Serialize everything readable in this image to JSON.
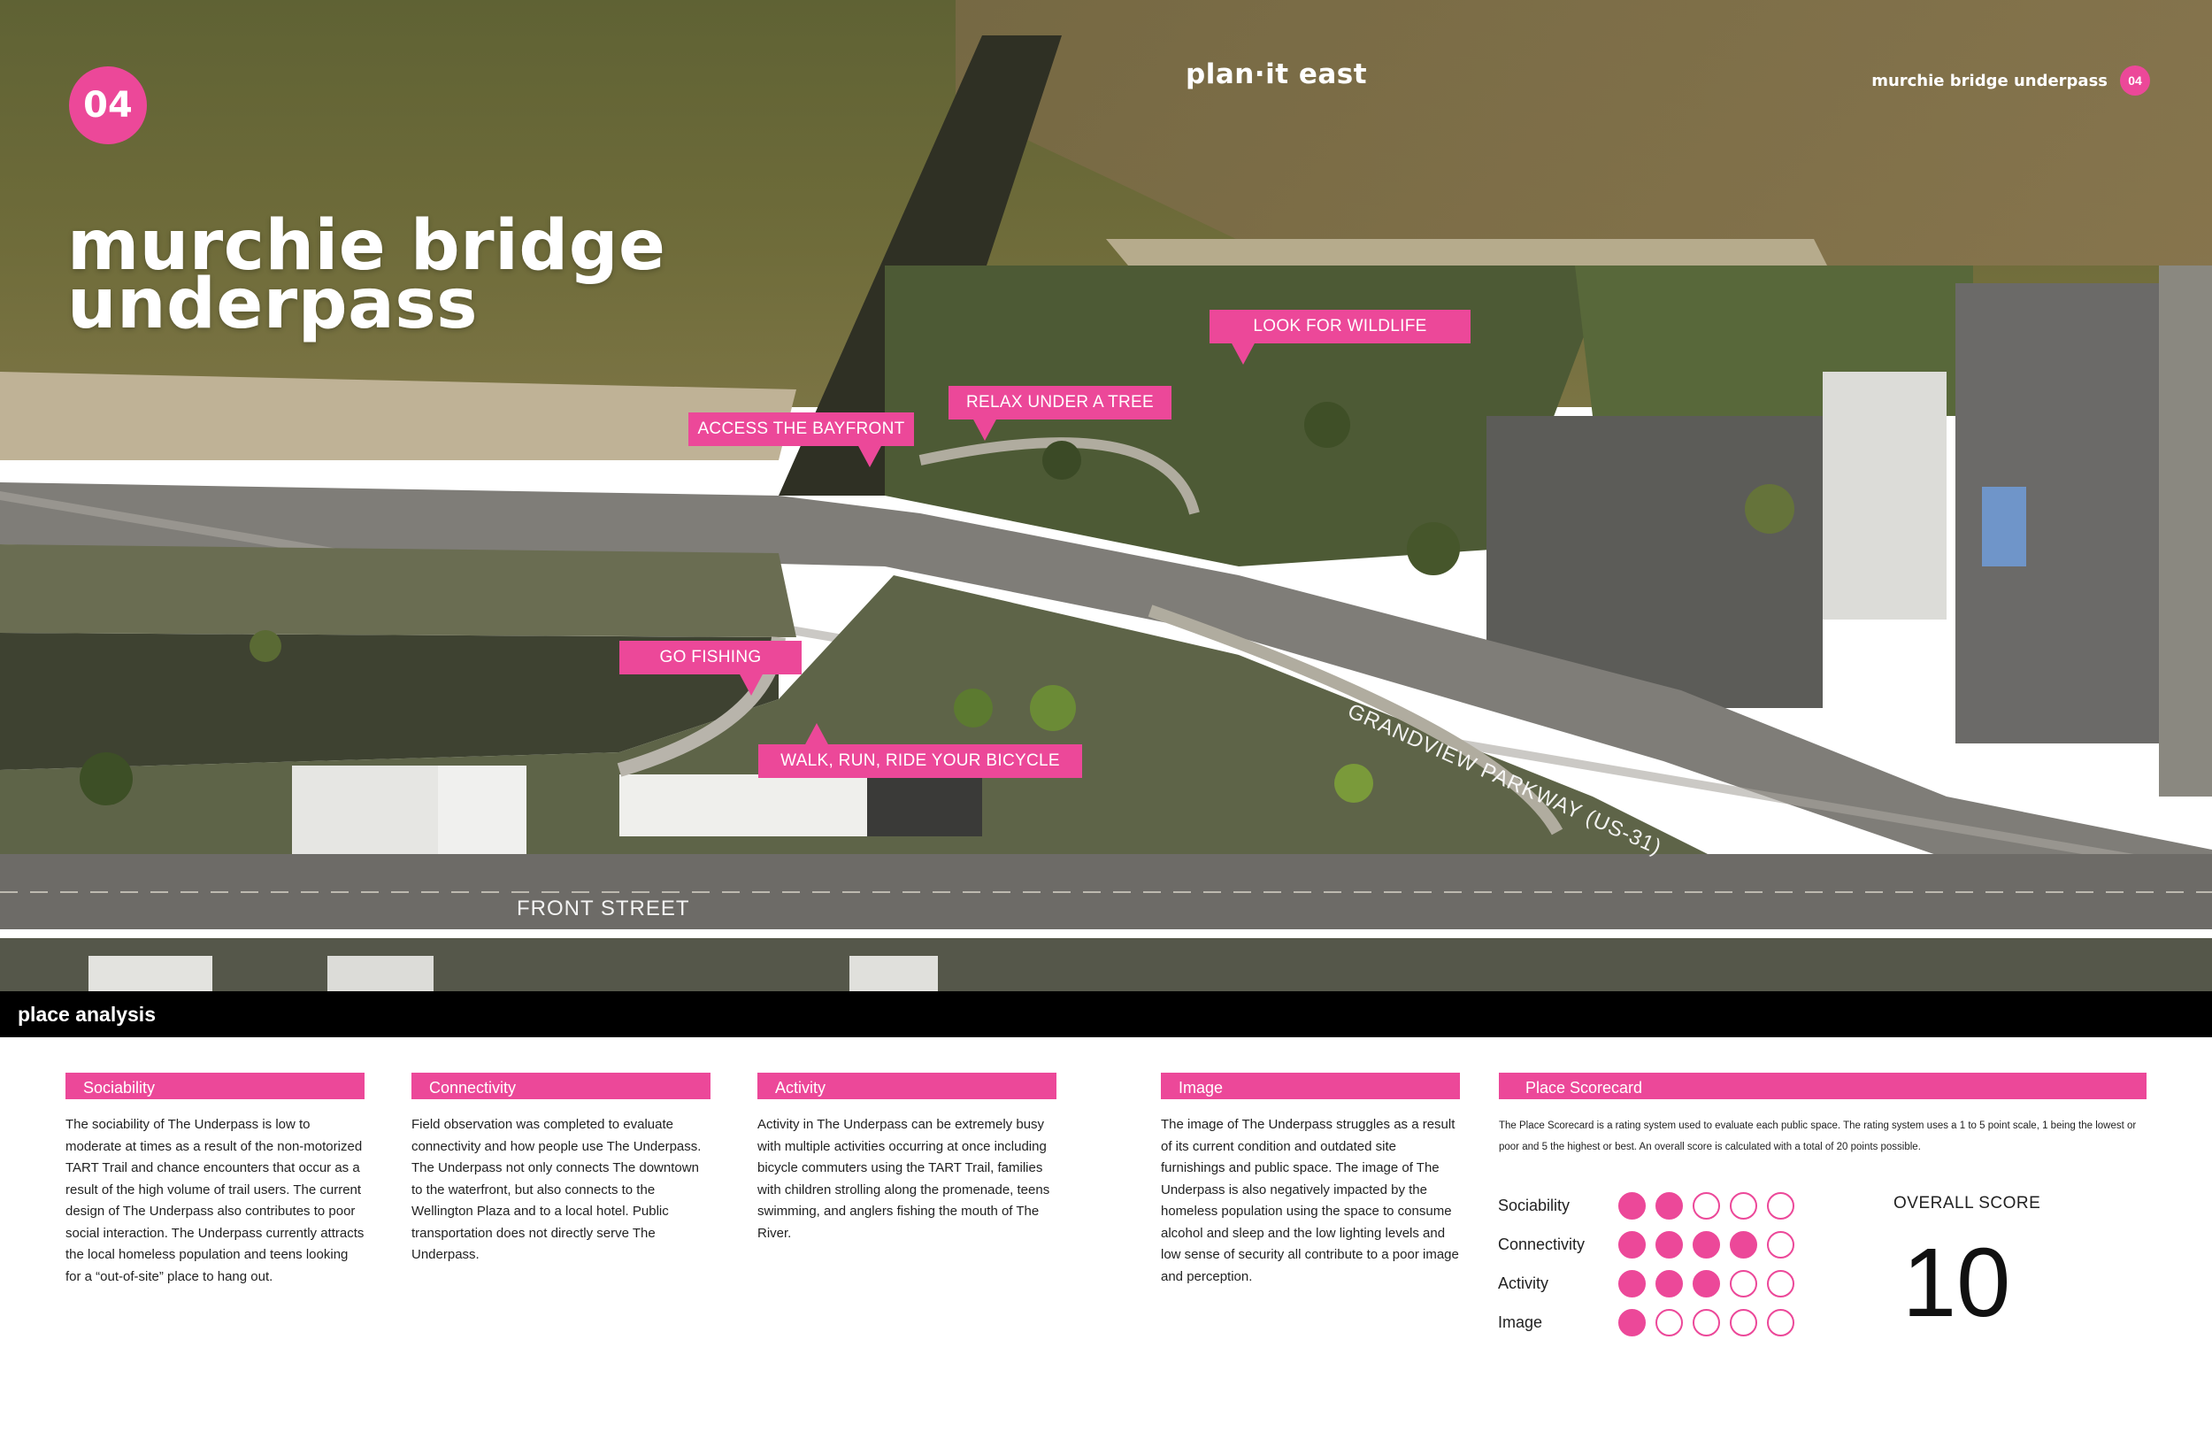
{
  "page_number": "04",
  "brand": "plan·it east",
  "header": {
    "section": "murchie bridge underpass",
    "badge": "04"
  },
  "title": {
    "line1": "murchie bridge",
    "line2": "underpass"
  },
  "callouts": {
    "wildlife": "LOOK FOR WILDLIFE",
    "relax": "RELAX UNDER A TREE",
    "bayfront": "ACCESS THE BAYFRONT",
    "fishing": "GO FISHING",
    "walk": "WALK, RUN, RIDE YOUR BICYCLE"
  },
  "streets": {
    "parkway": "GRANDVIEW PARKWAY (US-31)",
    "front": "FRONT STREET"
  },
  "section_title": "place analysis",
  "columns": {
    "sociability": {
      "heading": "Sociability",
      "text": "The sociability of The Underpass is low to moderate at times as a result of the non-motorized TART Trail and chance encounters that occur as a result of the high volume of trail users.  The current design of The Underpass also contributes to poor social interaction.  The Underpass currently attracts the local homeless population and teens looking for a “out-of-site” place to hang out."
    },
    "connectivity": {
      "heading": "Connectivity",
      "text": "Field observation was completed to evaluate connectivity and how people use The Underpass.  The Underpass not only connects The downtown to the waterfront, but also connects to the Wellington Plaza and to a local hotel.  Public transportation does not directly serve The Underpass."
    },
    "activity": {
      "heading": "Activity",
      "text": "Activity in The Underpass can be extremely busy with multiple activities occurring at once including bicycle commuters using the TART Trail, families with children strolling along the promenade, teens swimming, and anglers fishing the mouth of The River."
    },
    "image": {
      "heading": "Image",
      "text": "The image of The Underpass struggles as a result of its current condition and outdated site furnishings and public space.  The image of The Underpass is also negatively impacted by the homeless population using the space to consume alcohol and sleep and the low lighting levels and low sense of security all contribute to a poor image and perception."
    }
  },
  "scorecard": {
    "heading": "Place Scorecard",
    "note": "The Place Scorecard is a rating system used to evaluate each public space.  The rating system uses a 1 to 5 point scale, 1 being the lowest or poor and 5 the highest or best.  An overall score is calculated with a total of 20 points possible.",
    "max": 5,
    "rows": [
      {
        "label": "Sociability",
        "score": 2
      },
      {
        "label": "Connectivity",
        "score": 4
      },
      {
        "label": "Activity",
        "score": 3
      },
      {
        "label": "Image",
        "score": 1
      }
    ],
    "overall_label": "OVERALL SCORE",
    "overall_value": "10"
  },
  "colors": {
    "accent": "#ec4899",
    "bar": "#000000"
  }
}
